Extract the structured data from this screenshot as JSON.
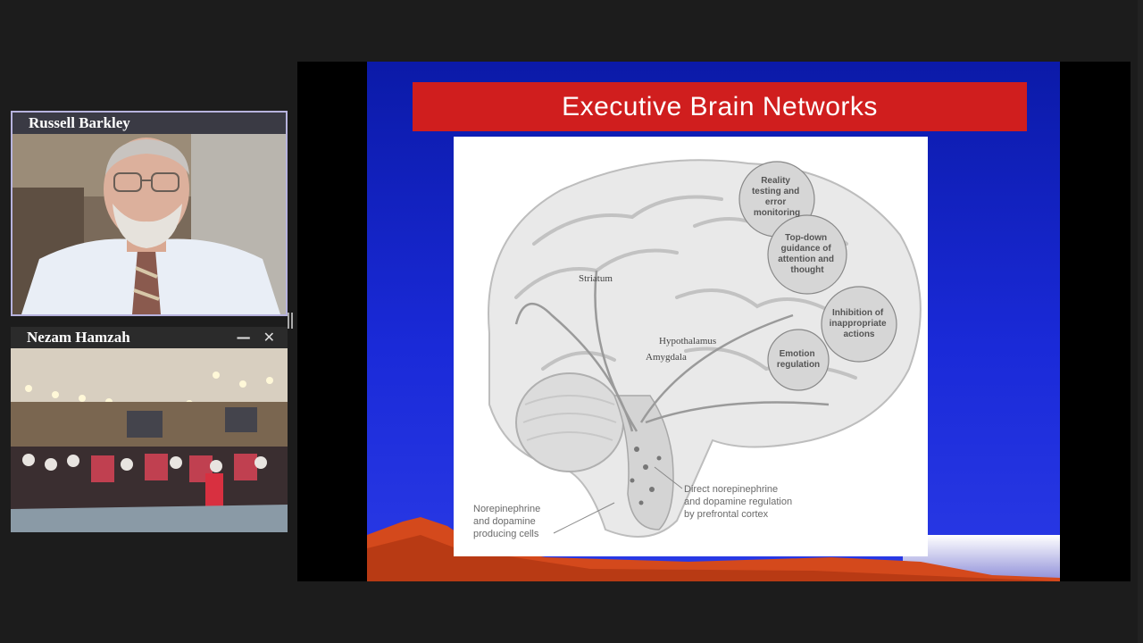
{
  "participants": [
    {
      "name": "Russell Barkley"
    },
    {
      "name": "Nezam Hamzah",
      "controls": {
        "minimize": "—",
        "close": "✕"
      }
    }
  ],
  "slide": {
    "title": "Executive Brain Networks",
    "figure": {
      "circle_labels": [
        [
          "Reality",
          "testing and",
          "error",
          "monitoring"
        ],
        [
          "Top-down",
          "guidance of",
          "attention and",
          "thought"
        ],
        [
          "Inhibition of",
          "inappropriate",
          "actions"
        ],
        [
          "Emotion",
          "regulation"
        ]
      ],
      "region_labels": {
        "striatum": "Striatum",
        "hypothalamus": "Hypothalamus",
        "amygdala": "Amygdala"
      },
      "caption_left": [
        "Norepinephrine",
        "and dopamine",
        "producing cells"
      ],
      "caption_right": [
        "Direct norepinephrine",
        "and dopamine regulation",
        "by prefrontal cortex"
      ]
    }
  },
  "colors": {
    "title_bar": "#d01e1e",
    "slide_bg": "#1a2ad8",
    "active_speaker_border": "#b7b3de"
  }
}
